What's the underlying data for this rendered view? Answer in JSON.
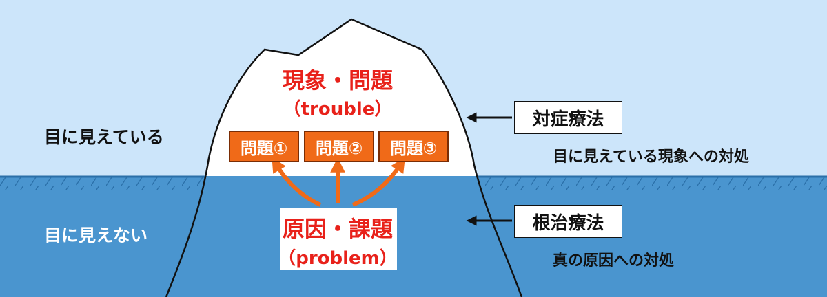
{
  "above": {
    "label": "目に見えている",
    "title": "現象・問題",
    "subtitle": "（trouble）",
    "problems": [
      "問題①",
      "問題②",
      "問題③"
    ],
    "method": "対症療法",
    "method_desc": "目に見えている現象への対処"
  },
  "below": {
    "label": "目に見えない",
    "title": "原因・課題",
    "subtitle": "（problem）",
    "method": "根治療法",
    "method_desc": "真の原因への対処"
  },
  "colors": {
    "sky": "#cce5fa",
    "water": "#4a95cf",
    "iceberg": "#ffffff",
    "accent_red": "#e8211a",
    "problem_box": "#f06a18",
    "arrow": "#f06a18"
  }
}
